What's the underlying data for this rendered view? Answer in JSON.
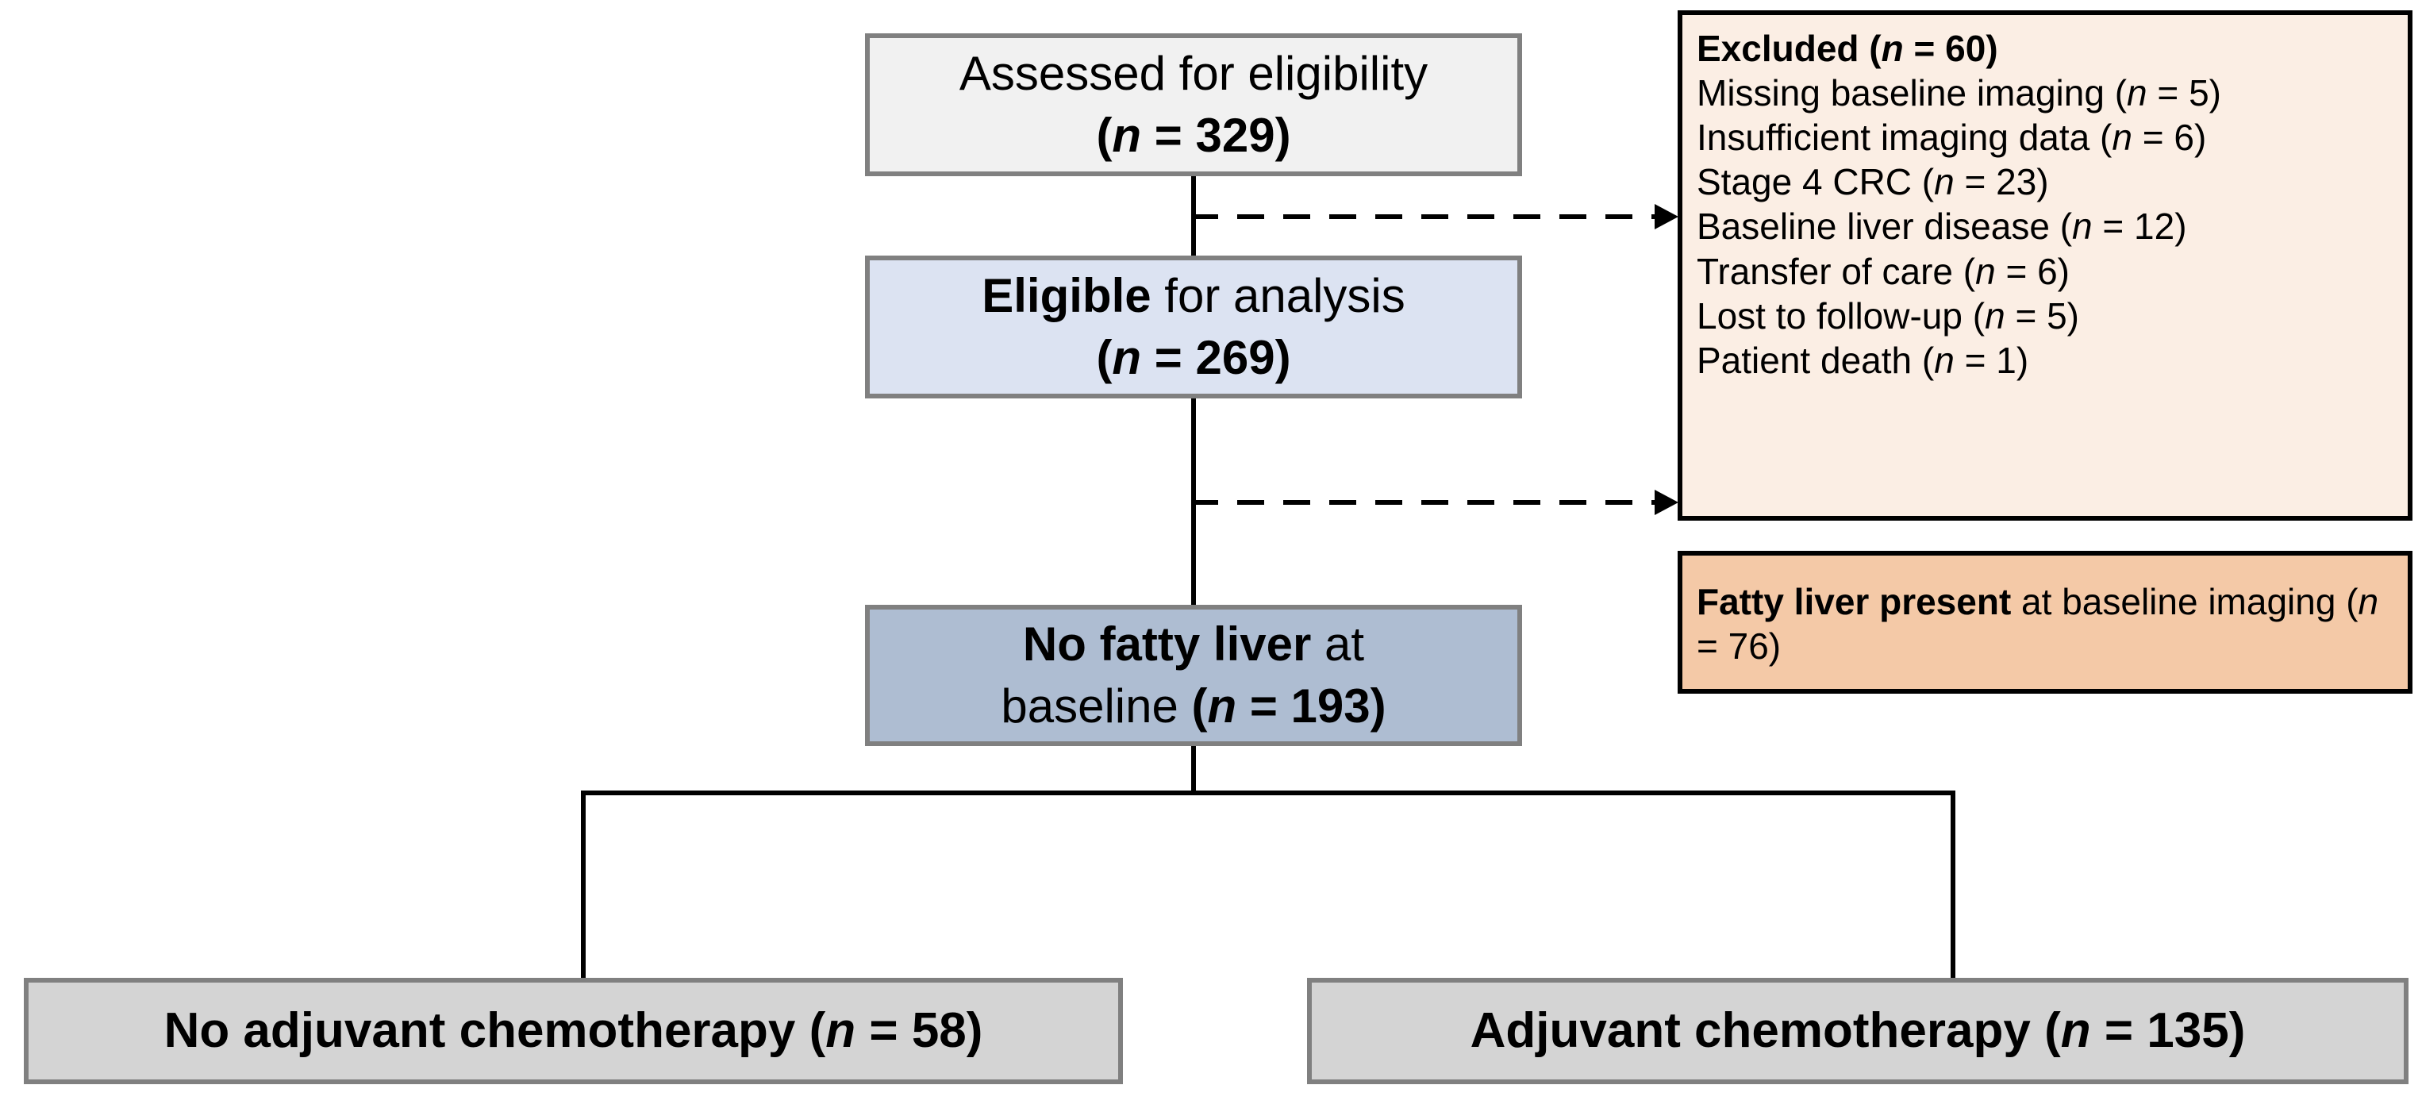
{
  "diagram": {
    "title": "Patient selection flow diagram",
    "colors": {
      "assessed_fill": "#f1f1f1",
      "eligible_fill": "#dce3f2",
      "nofatty_fill": "#aebdd2",
      "excluded_fill": "#fbeee4",
      "fatty_fill": "#f4c9a7",
      "arm_fill": "#d4d4d4",
      "gray_border": "#808080",
      "black_border": "#000000"
    },
    "nodes": {
      "assessed": {
        "line1": "Assessed for eligibility",
        "line2_paren_open": "(",
        "line2_n": "n",
        "line2_eq": " = 329)"
      },
      "eligible": {
        "line1_bold": "Eligible",
        "line1_rest": " for analysis",
        "line2_paren_open": "(",
        "line2_n": "n",
        "line2_eq": " = 269)"
      },
      "nofatty": {
        "line1_bold": "No fatty liver",
        "line1_rest": " at",
        "line2_pre": "baseline ",
        "line2_paren_open": "(",
        "line2_n": "n",
        "line2_eq": " = 193)"
      },
      "excluded": {
        "heading_bold": "Excluded ",
        "heading_paren_open": "(",
        "heading_n": "n",
        "heading_eq": " = 60)",
        "items": [
          {
            "label": "Missing baseline imaging ",
            "n": "n",
            "value": " = 5)"
          },
          {
            "label": "Insufficient imaging data ",
            "n": "n",
            "value": " = 6)"
          },
          {
            "label": "Stage 4 CRC ",
            "n": "n",
            "value": " = 23)"
          },
          {
            "label": "Baseline liver disease ",
            "n": "n",
            "value": " = 12)"
          },
          {
            "label": "Transfer of care ",
            "n": "n",
            "value": " = 6)"
          },
          {
            "label": "Lost to follow-up ",
            "n": "n",
            "value": " = 5)"
          },
          {
            "label": "Patient death ",
            "n": "n",
            "value": " = 1)"
          }
        ]
      },
      "fatty": {
        "bold": "Fatty liver present",
        "rest": " at baseline imaging ",
        "paren_open": "(",
        "n": "n",
        "eq": " = 76)"
      },
      "no_chemo": {
        "label": "No adjuvant chemotherapy ",
        "paren_open": "(",
        "n": "n",
        "eq": " = 58)"
      },
      "chemo": {
        "label": "Adjuvant chemotherapy ",
        "paren_open": "(",
        "n": "n",
        "eq": " = 135)"
      }
    }
  }
}
